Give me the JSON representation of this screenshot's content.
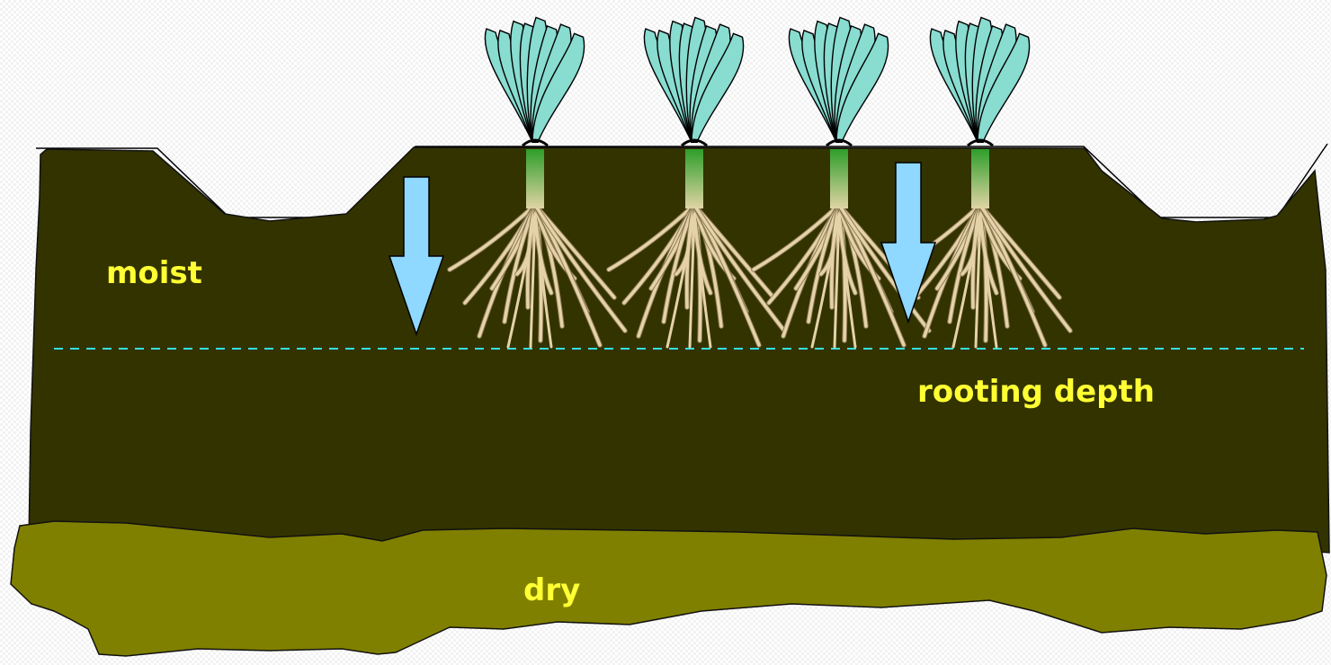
{
  "labels": {
    "moist": "moist",
    "rooting_depth": "rooting depth",
    "dry": "dry"
  },
  "plants": [
    {
      "name": "plant-1"
    },
    {
      "name": "plant-2"
    },
    {
      "name": "plant-3"
    },
    {
      "name": "plant-4"
    }
  ],
  "arrows": [
    {
      "name": "water-arrow-1"
    },
    {
      "name": "water-arrow-2"
    }
  ],
  "colors": {
    "moist_soil": "#333300",
    "dry_soil": "#808000",
    "leaf": "#88dcd0",
    "root": "#e6d2a8",
    "stem_top": "#2e9e2a",
    "stem_bottom": "#e0d4a4",
    "arrow": "#8fd8ff",
    "rooting_line": "#35e0e0",
    "label_text": "#ffff33"
  }
}
